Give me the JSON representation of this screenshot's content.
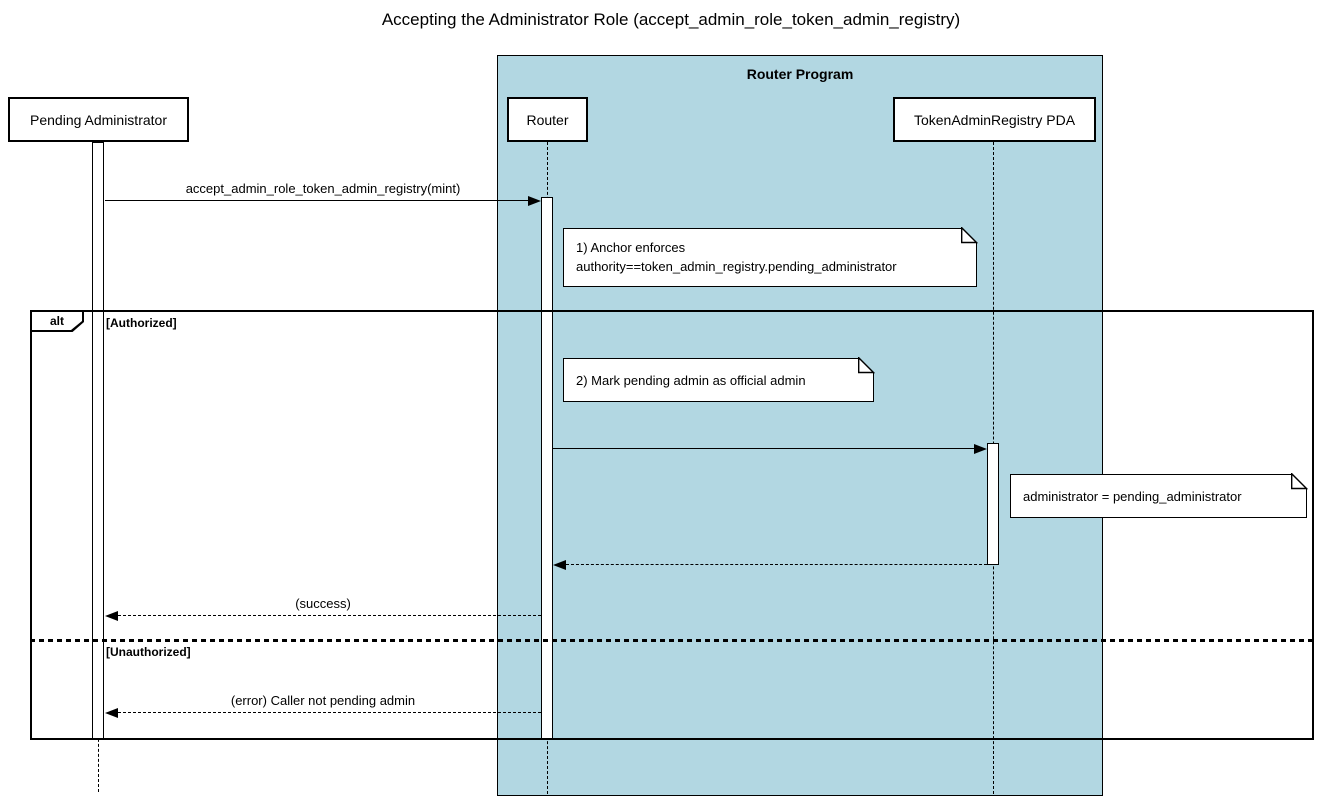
{
  "title": "Accepting the Administrator Role (accept_admin_role_token_admin_registry)",
  "group": {
    "label": "Router Program"
  },
  "participants": {
    "pending_admin": "Pending Administrator",
    "router": "Router",
    "pda": "TokenAdminRegistry PDA"
  },
  "messages": {
    "accept": "accept_admin_role_token_admin_registry(mint)",
    "success": "(success)",
    "error": "(error) Caller not pending admin"
  },
  "notes": {
    "note1_line1": "1) Anchor enforces",
    "note1_line2": "authority==token_admin_registry.pending_administrator",
    "note2": "2) Mark pending admin as official admin",
    "note3": "administrator = pending_administrator"
  },
  "alt": {
    "label": "alt",
    "guard_authorized": "[Authorized]",
    "guard_unauthorized": "[Unauthorized]"
  },
  "colors": {
    "group_bg": "#b2d7e2",
    "participant_bg": "#ffffff",
    "note_bg": "#ffffff",
    "border": "#000000"
  }
}
